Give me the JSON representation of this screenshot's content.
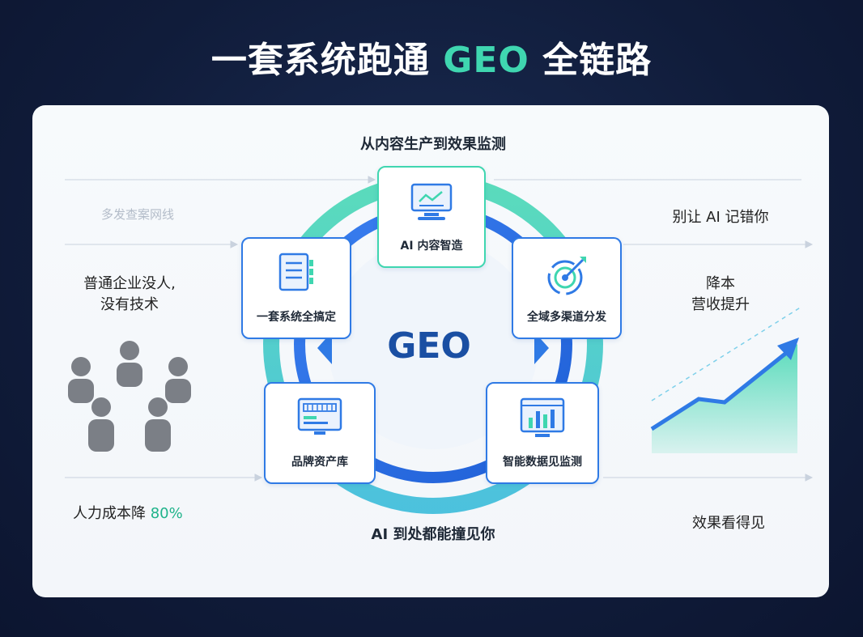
{
  "title": {
    "prefix": "一套系统跑通 ",
    "accent": "GEO",
    "suffix": " 全链路"
  },
  "diagram": {
    "top_caption": "从内容生产到效果监测",
    "bottom_caption": "AI 到处都能撞见你",
    "center": "GEO",
    "nodes": [
      {
        "label": "AI 内容智造",
        "icon": "monitor-chart-icon"
      },
      {
        "label": "全域多渠道分发",
        "icon": "target-spiral-icon"
      },
      {
        "label": "智能数据见监测",
        "icon": "bar-chart-window-icon"
      },
      {
        "label": "品牌资产库",
        "icon": "library-monitor-icon"
      },
      {
        "label": "一套系统全搞定",
        "icon": "document-list-icon"
      }
    ]
  },
  "left": {
    "faded_text": "多发查案网线",
    "pain_point": [
      "普通企业没人,",
      "没有技术"
    ],
    "cost_prefix": "人力成本降 ",
    "cost_value": "80%"
  },
  "right": {
    "top_text": "别让 AI 记错你",
    "revenue": [
      "降本",
      "营收提升"
    ],
    "bottom_text": "效果看得见"
  },
  "colors": {
    "accent": "#3fd6b0",
    "primary": "#2f7ae5",
    "bg": "#101c3a"
  }
}
